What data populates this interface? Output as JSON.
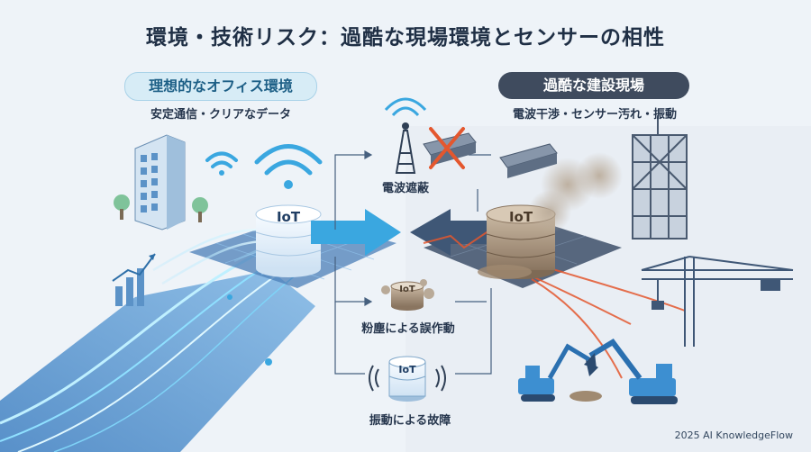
{
  "title": "環境・技術リスク：過酷な現場環境とセンサーの相性",
  "left_panel": {
    "heading": "理想的なオフィス環境",
    "subheading": "安定通信・クリアなデータ"
  },
  "right_panel": {
    "heading": "過酷な建設現場",
    "subheading": "電波干渉・センサー汚れ・振動"
  },
  "center_labels": {
    "iot_left": "IoT",
    "iot_right": "IoT",
    "iot_dust": "IoT",
    "iot_vibe": "IoT"
  },
  "risks": [
    {
      "label": "電波遮蔽"
    },
    {
      "label": "粉塵による誤作動"
    },
    {
      "label": "振動による故障"
    }
  ],
  "footer": "2025 AI KnowledgeFlow",
  "colors": {
    "accent_blue": "#3aa7e0",
    "hazard_red": "#e4572e",
    "dark_slate": "#3f4b5e"
  }
}
